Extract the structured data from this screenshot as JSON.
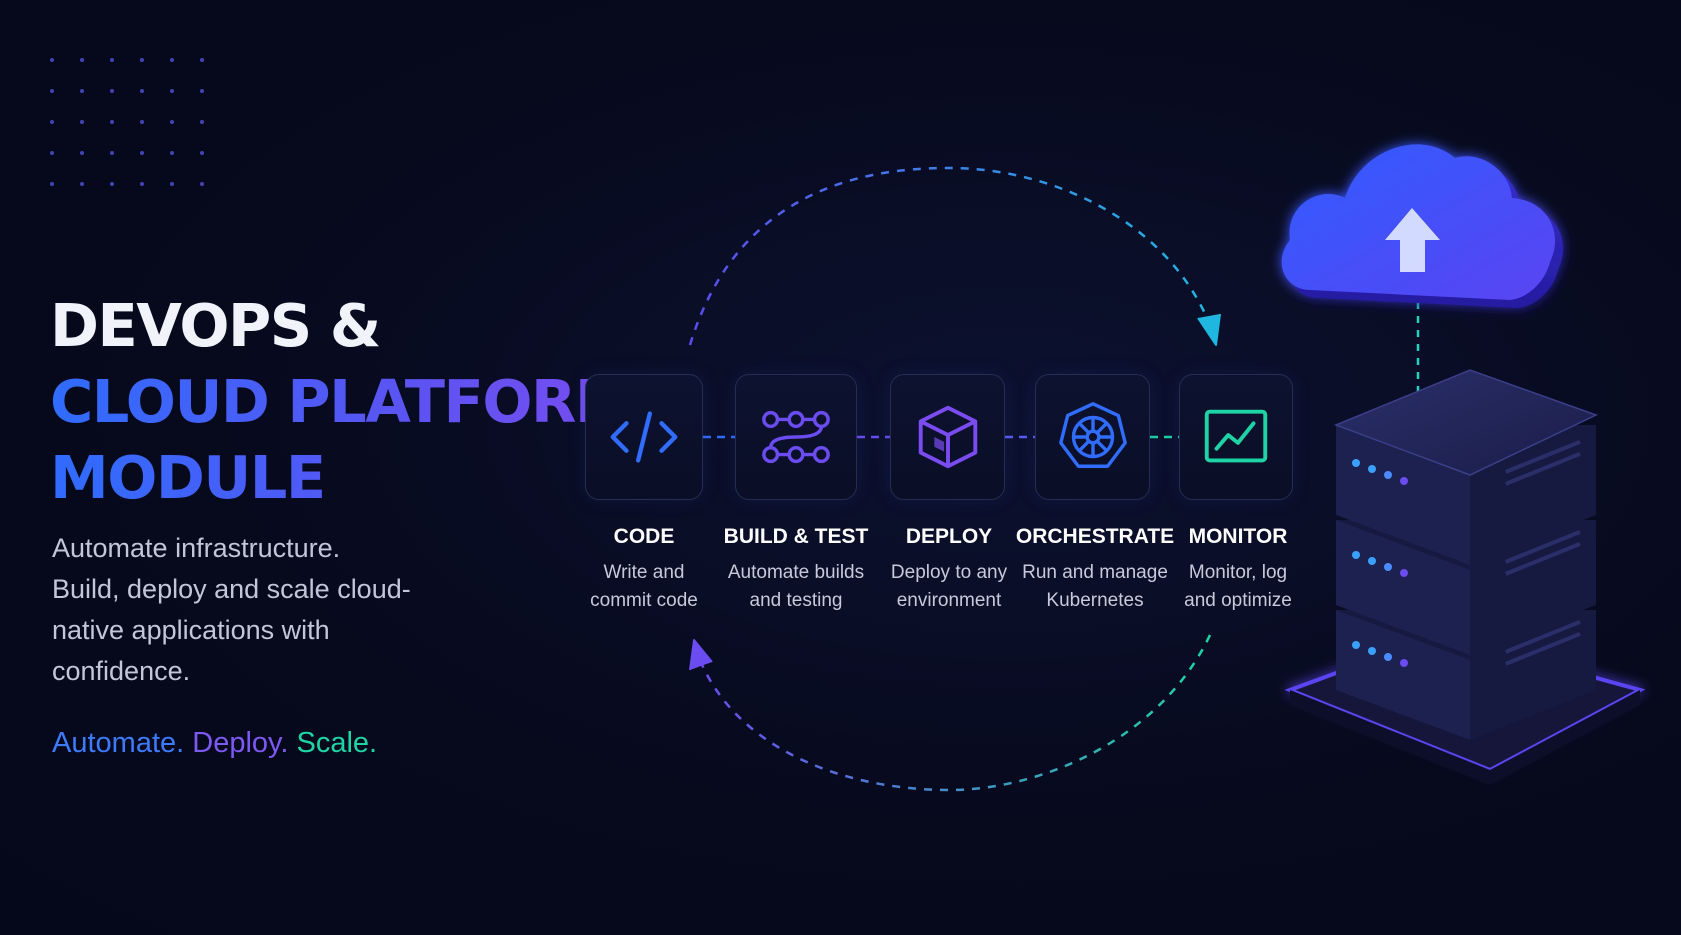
{
  "hero": {
    "title_line1": "DEVOPS &",
    "title_line2": "CLOUD PLATFORM",
    "title_line3": "MODULE",
    "description": "Automate infrastructure. Build, deploy and scale cloud-native applications with confidence.",
    "tagline": {
      "automate": "Automate.",
      "deploy": "Deploy.",
      "scale": "Scale."
    }
  },
  "steps": [
    {
      "label": "CODE",
      "line1": "Write and",
      "line2": "commit code",
      "icon": "code-icon",
      "color": "#2f6cff"
    },
    {
      "label": "BUILD & TEST",
      "line1": "Automate builds",
      "line2": "and testing",
      "icon": "pipeline-icon",
      "color": "#6a4cf0"
    },
    {
      "label": "DEPLOY",
      "line1": "Deploy to any",
      "line2": "environment",
      "icon": "cube-icon",
      "color": "#7a4cf0"
    },
    {
      "label": "ORCHESTRATE",
      "line1": "Run and manage",
      "line2": "Kubernetes",
      "icon": "kubernetes-wheel-icon",
      "color": "#2f6cff"
    },
    {
      "label": "MONITOR",
      "line1": "Monitor, log",
      "line2": "and optimize",
      "icon": "monitor-chart-icon",
      "color": "#1ed3a4"
    }
  ],
  "colors": {
    "blue": "#2f6cff",
    "purple": "#7a4cf0",
    "teal": "#1ed3a4",
    "background": "#070a1d"
  },
  "illustration": {
    "cloud": "cloud-upload-icon",
    "server": "server-stack-icon"
  }
}
